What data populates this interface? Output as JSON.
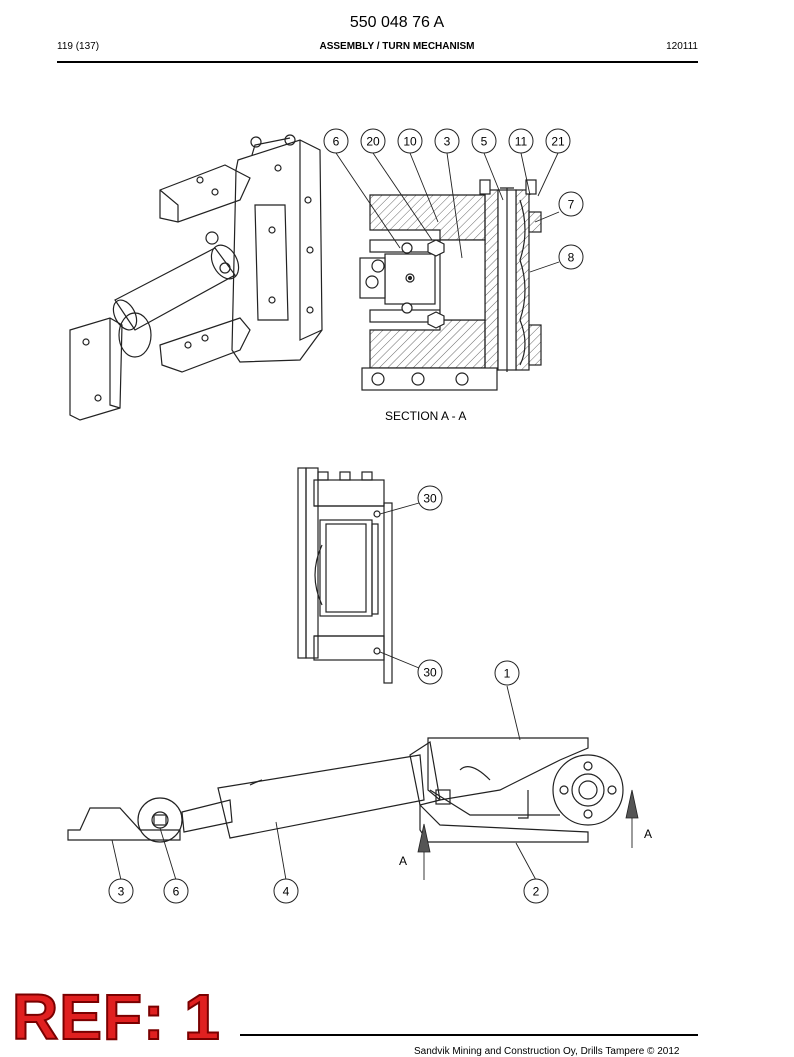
{
  "header": {
    "doc_number": "550 048 76 A",
    "page": "119 (137)",
    "title": "ASSEMBLY / TURN MECHANISM",
    "date": "120111"
  },
  "section_label": "SECTION  A - A",
  "callouts": {
    "c6a": "6",
    "c20": "20",
    "c10": "10",
    "c3a": "3",
    "c5": "5",
    "c11": "11",
    "c21": "21",
    "c7": "7",
    "c8": "8",
    "c30a": "30",
    "c30b": "30",
    "c1": "1",
    "c3b": "3",
    "c6b": "6",
    "c4": "4",
    "c2": "2"
  },
  "section_markers": {
    "left": "A",
    "right": "A"
  },
  "stamp": "REF: 1",
  "footer": "Sandvik Mining and Construction Oy, Drills Tampere © 2012"
}
